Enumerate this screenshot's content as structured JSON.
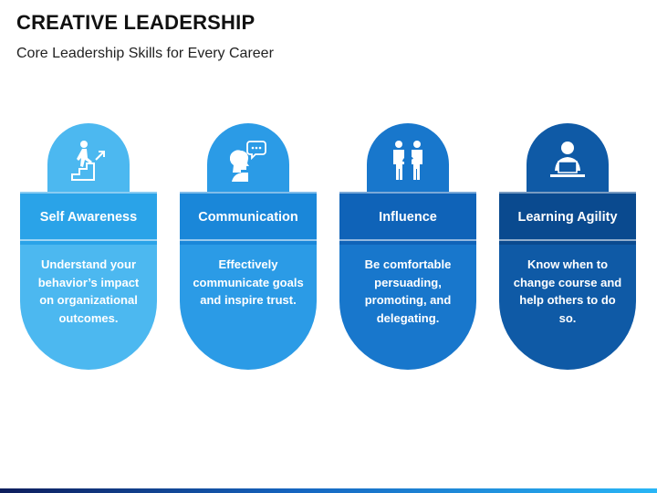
{
  "title": "CREATIVE LEADERSHIP",
  "subtitle": "Core Leadership Skills for Every Career",
  "cards": [
    {
      "heading": "Self Awareness",
      "description": "Understand your behavior’s impact on organizational outcomes.",
      "icon": "stairs-climb-icon",
      "tab_color": "#4cb8f0",
      "band_color": "#2aa3e8",
      "body_color": "#4cb8f0"
    },
    {
      "heading": "Communication",
      "description": "Effectively communicate goals and inspire trust.",
      "icon": "speech-bubble-person-icon",
      "tab_color": "#2b9be6",
      "band_color": "#1a87d9",
      "body_color": "#2b9be6"
    },
    {
      "heading": "Influence",
      "description": "Be comfortable persuading, promoting, and delegating.",
      "icon": "two-people-cycle-icon",
      "tab_color": "#1877cc",
      "band_color": "#0f63b8",
      "body_color": "#1877cc"
    },
    {
      "heading": "Learning Agility",
      "description": "Know when to change course and help others to do so.",
      "icon": "person-at-laptop-icon",
      "tab_color": "#0f5aa6",
      "band_color": "#0a4a8f",
      "body_color": "#0f5aa6"
    }
  ]
}
